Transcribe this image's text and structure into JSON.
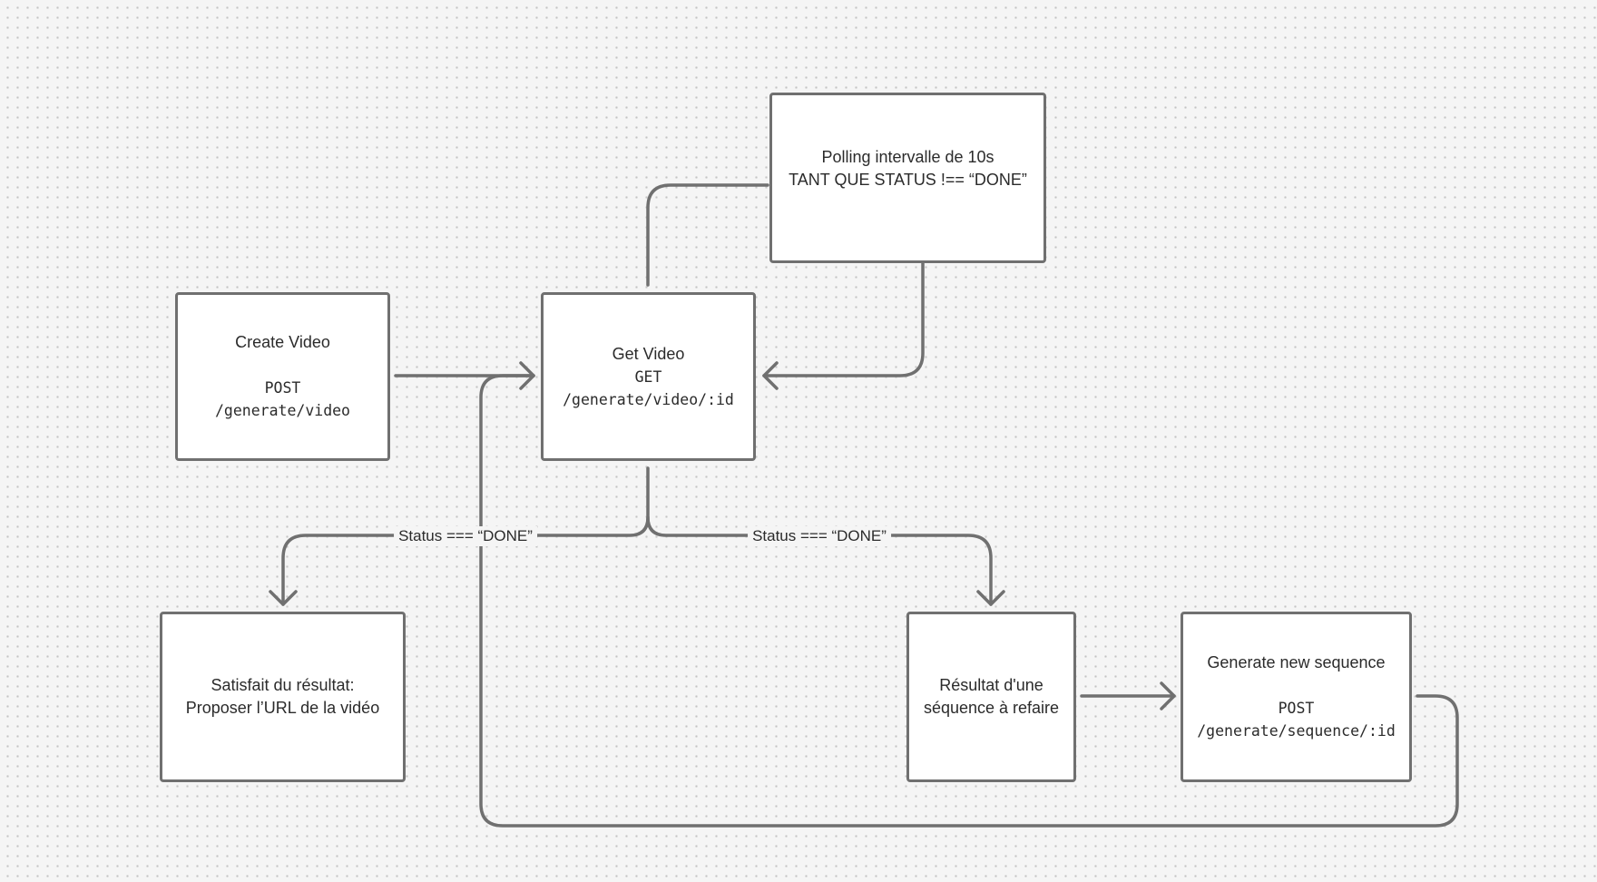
{
  "colors": {
    "background": "#f5f5f5",
    "grid_dot": "#c4c4c4",
    "stroke": "#707070",
    "node_fill": "#ffffff",
    "text": "#2b2b2b"
  },
  "nodes": {
    "polling": {
      "lines": [
        "Polling intervalle de 10s",
        "TANT QUE STATUS !== “DONE”"
      ]
    },
    "create_video": {
      "title": "Create Video",
      "method": "POST",
      "path": "/generate/video"
    },
    "get_video": {
      "title": "Get Video",
      "method": "GET",
      "path": "/generate/video/:id"
    },
    "satisfied": {
      "lines": [
        "Satisfait du résultat:",
        "Proposer l’URL de la vidéo"
      ]
    },
    "redo_result": {
      "lines": [
        "Résultat d'une",
        "séquence à refaire"
      ]
    },
    "generate_sequence": {
      "title": "Generate new sequence",
      "method": "POST",
      "path": "/generate/sequence/:id"
    }
  },
  "edges": {
    "done_left_label": "Status === “DONE”",
    "done_right_label": "Status === “DONE”"
  }
}
